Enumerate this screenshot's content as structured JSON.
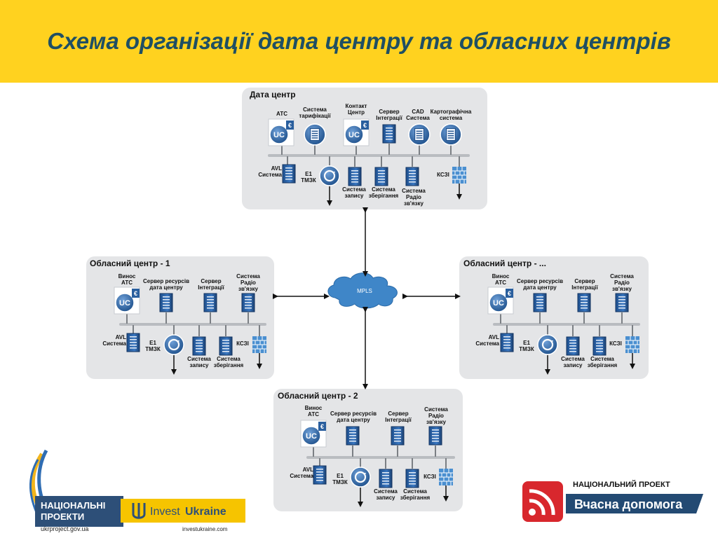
{
  "title": "Схема організації дата центру та обласних центрів",
  "cloud_label": "MPLS",
  "datacenter": {
    "title": "Дата центр",
    "top": [
      "АТС",
      "Система\nтарифікації",
      "Контакт\nЦентр",
      "Сервер\nІнтеграції",
      "CAD\nСистема",
      "Картографічна\nсистема"
    ],
    "avl": "AVL\nСистема",
    "e1": "E1\nТМЗК",
    "bottom": [
      "Система\nзапису",
      "Система\nзберігання",
      "Система\nРадіо\nзв'язку"
    ],
    "ksz": "КСЗІ"
  },
  "regional_1": {
    "title": "Обласний центр - 1",
    "top": [
      "Винос\nАТС",
      "Сервер ресурсів\nдата центру",
      "Сервер\nІнтеграції",
      "Система\nРадіо\nзв'язку"
    ],
    "avl": "AVL\nСистема",
    "e1": "E1\nТМЗК",
    "bottom": [
      "Система\nзапису",
      "Система\nзберігання"
    ],
    "ksz": "КСЗІ"
  },
  "regional_n": {
    "title": "Обласний центр - ...",
    "top": [
      "Винос\nАТС",
      "Сервер ресурсів\nдата центру",
      "Сервер\nІнтеграції",
      "Система\nРадіо\nзв'язку"
    ],
    "avl": "AVL\nСистема",
    "e1": "E1\nТМЗК",
    "bottom": [
      "Система\nзапису",
      "Система\nзберігання"
    ],
    "ksz": "КСЗІ"
  },
  "regional_2": {
    "title": "Обласний центр - 2",
    "top": [
      "Винос\nАТС",
      "Сервер ресурсів\nдата центру",
      "Сервер\nІнтеграції",
      "Система\nРадіо\nзв'язку"
    ],
    "avl": "AVL\nСистема",
    "e1": "E1\nТМЗК",
    "bottom": [
      "Система\nзапису",
      "Система\nзберігання"
    ],
    "ksz": "КСЗІ"
  },
  "logos": {
    "national_projects_line1": "НАЦІОНАЛЬНІ",
    "national_projects_line2": "ПРОЕКТИ",
    "national_projects_url": "ukrproject.gov.ua",
    "invest_ukraine_prefix": "Invest",
    "invest_ukraine_suffix": "Ukraine",
    "invest_ukraine_url": "investukraine.com",
    "national_project_caption": "НАЦІОНАЛЬНИЙ ПРОЕКТ",
    "national_project_name": "Вчасна допомога"
  },
  "colors": {
    "header": "#ffd21f",
    "title": "#1f4f63",
    "panel": "#e4e5e7",
    "device_blue": "#2a5f9e"
  }
}
